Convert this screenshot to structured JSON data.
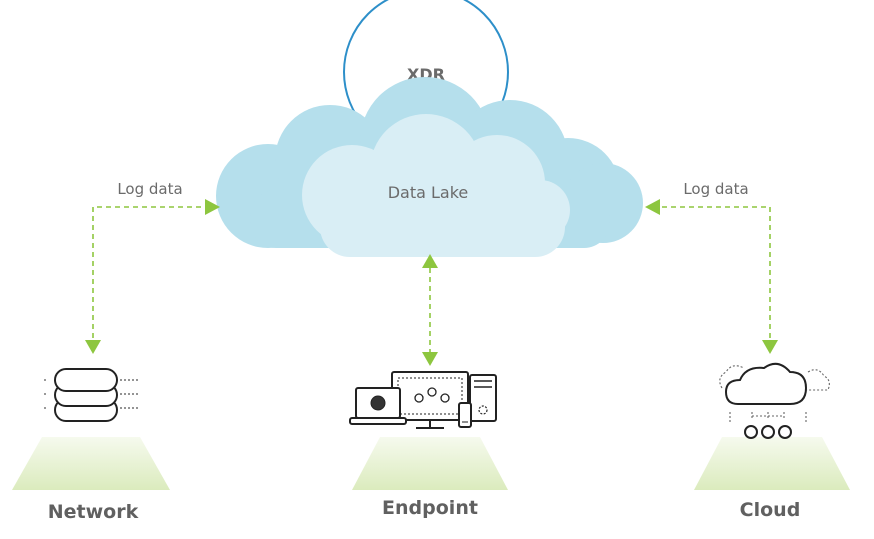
{
  "labels": {
    "xdr": "XDR",
    "data_lake": "Data Lake",
    "log_data_left": "Log data",
    "log_data_right": "Log data"
  },
  "nodes": [
    {
      "id": "network",
      "label": "Network",
      "icon": "database-icon"
    },
    {
      "id": "endpoint",
      "label": "Endpoint",
      "icon": "devices-icon"
    },
    {
      "id": "cloud",
      "label": "Cloud",
      "icon": "cloud-network-icon"
    }
  ],
  "colors": {
    "arrow": "#8dc63f",
    "cloud_outer": "#b5dfec",
    "cloud_inner": "#d9eef5",
    "xdr_ring": "#2d8fc9",
    "pedestal_top": "#f4f9e8",
    "pedestal_bottom": "#dcecc0",
    "icon_stroke": "#222222"
  }
}
